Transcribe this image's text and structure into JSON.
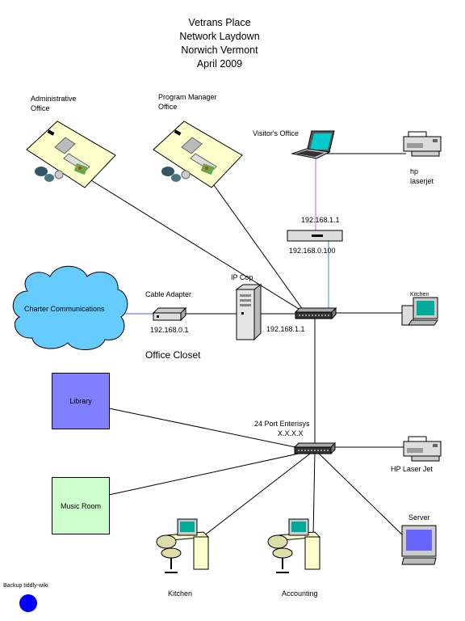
{
  "title": {
    "line1": "Vetrans Place",
    "line2": "Network  Laydown",
    "line3": "Norwich Vermont",
    "line4": "April 2009"
  },
  "offices": {
    "admin_line1": "Administrative",
    "admin_line2": "Office",
    "pm_line1": "Program Manager",
    "pm_line2": "Office",
    "visitor": "Visitor's Office"
  },
  "printers": {
    "hp_line1": "hp",
    "hp_line2": "laserjet",
    "hp_laserjet": "HP Laser Jet"
  },
  "network": {
    "router_top_ip": "192.168.1.1",
    "router_bottom_ip": "192.168.0.100",
    "cable_adapter": "Cable Adapter",
    "cable_adapter_ip": "192.168.0.1",
    "ipcop": "IP Cop",
    "switch_ip": "192.168.1.1",
    "office_closet": "Office Closet",
    "charter": "Charter Communications",
    "switch24_line1": "24 Port Enterisys",
    "switch24_line2": "X.X.X.X"
  },
  "rooms": {
    "library": "Library",
    "music": "Music Room",
    "kitchen_top": "Kitchen",
    "kitchen_bottom": "Kitchen",
    "accounting": "Accounting",
    "server": "Server",
    "backup": "Backup tiddly-wiki"
  },
  "colors": {
    "library_fill": "#8080ff",
    "music_fill": "#ccffcc",
    "cloud_fill": "#66ccff",
    "desk_fill": "#ffffcc",
    "backup_dot": "#0000ff",
    "wire_purple": "#cc66cc",
    "wire_teal": "#339999",
    "wire_blue": "#3366ff"
  }
}
